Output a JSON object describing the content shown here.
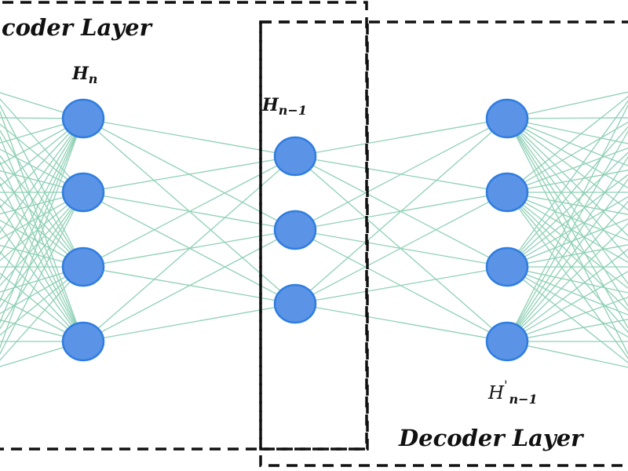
{
  "encoder_label": "coder Layer",
  "decoder_label": "Decoder Layer",
  "symbols": {
    "h_n": {
      "base": "H",
      "sub": "n"
    },
    "h_n_minus_1": {
      "base": "H",
      "sub": "n−1"
    },
    "h_prime_n_minus_1": {
      "base": "H",
      "prime": "'",
      "sub": "n−1"
    }
  },
  "colors": {
    "node_fill": "#5b93e6",
    "node_stroke": "#2f7de0",
    "edge": "#8fd0b6",
    "box_border": "#111111"
  }
}
